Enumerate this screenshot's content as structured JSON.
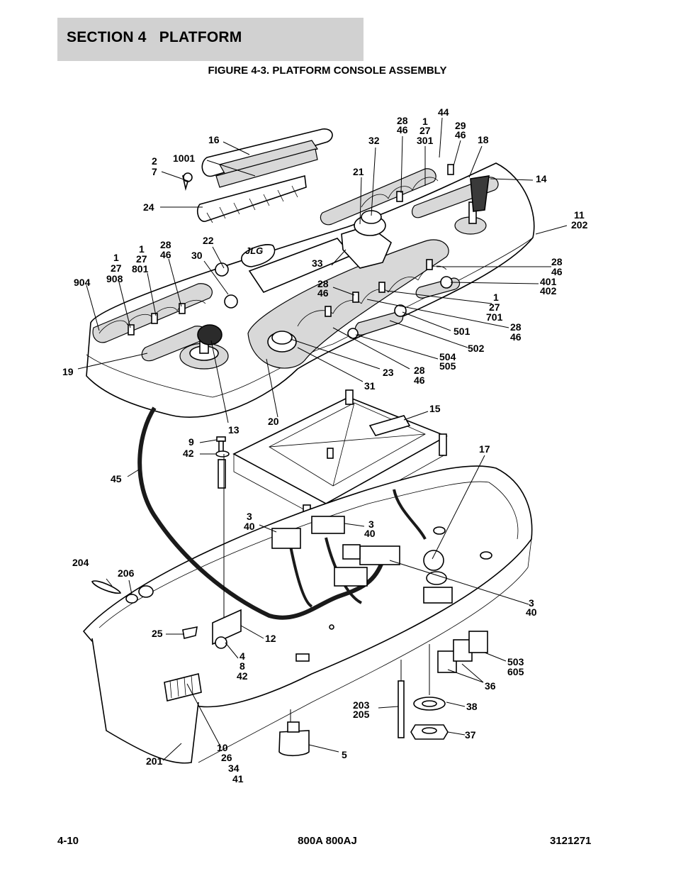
{
  "header": {
    "section": "SECTION 4   PLATFORM",
    "figure_title": "FIGURE 4-3. PLATFORM CONSOLE ASSEMBLY"
  },
  "footer": {
    "page": "4-10",
    "model": "800A 800AJ",
    "doc_number": "3121271"
  },
  "console_logo": "JLG",
  "callouts": {
    "c1001": "1001",
    "c16": "16",
    "c2_7": [
      "2",
      "7"
    ],
    "c24": "24",
    "c22": "22",
    "c30": "30",
    "c1_27_908": [
      "1",
      "27",
      "908"
    ],
    "c1_27_801": [
      "1",
      "27",
      "801"
    ],
    "c28_46_a": [
      "28",
      "46"
    ],
    "c904": "904",
    "c19": "19",
    "c13": "13",
    "c20": "20",
    "c31": "31",
    "c23": "23",
    "c28_46_b": [
      "28",
      "46"
    ],
    "c504_505": [
      "504",
      "505"
    ],
    "c502": "502",
    "c501": "501",
    "c28_46_c": [
      "28",
      "46"
    ],
    "c1_27_701": [
      "1",
      "27",
      "701"
    ],
    "c401_402": [
      "401",
      "402"
    ],
    "c28_46_d": [
      "28",
      "46"
    ],
    "c11_202": [
      "11",
      "202"
    ],
    "c14": "14",
    "c18": "18",
    "c29_46": [
      "29",
      "46"
    ],
    "c44": "44",
    "c1_27_301": [
      "1",
      "27",
      "301"
    ],
    "c28_46_e": [
      "28",
      "46"
    ],
    "c32": "32",
    "c21": "21",
    "c33": "33",
    "c28_46_f": [
      "28",
      "46"
    ],
    "c15": "15",
    "c17": "17",
    "c9": "9",
    "c42": "42",
    "c45": "45",
    "c3_40_a": [
      "3",
      "40"
    ],
    "c3_40_b": [
      "3",
      "40"
    ],
    "c3_40_c": [
      "3",
      "40"
    ],
    "c204": "204",
    "c206": "206",
    "c25": "25",
    "c12": "12",
    "c4_8_42": [
      "4",
      "8",
      "42"
    ],
    "c503_605": [
      "503",
      "605"
    ],
    "c36": "36",
    "c38": "38",
    "c37": "37",
    "c203_205": [
      "203",
      "205"
    ],
    "c5": "5",
    "c201": "201",
    "c10_26_34_41": [
      "10",
      "26",
      "34",
      "41"
    ]
  }
}
